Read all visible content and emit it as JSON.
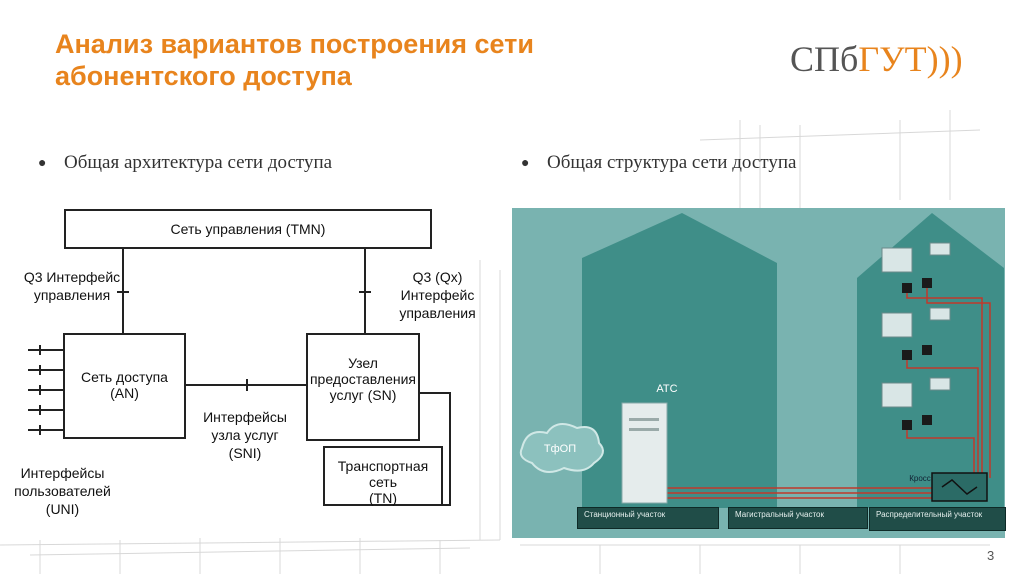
{
  "slide": {
    "title": "Анализ вариантов построения сети абонентского доступа",
    "logo_part1": "СПб",
    "logo_part2": "ГУТ",
    "logo_part3": ")))",
    "page_number": "3"
  },
  "bullets": [
    {
      "text": "Общая архитектура сети доступа"
    },
    {
      "text": "Общая структура сети доступа"
    }
  ],
  "diagram": {
    "tmn": "Сеть управления (TMN)",
    "q3_left_1": "Q3 Интерфейс",
    "q3_left_2": "управления",
    "q3_right_1": "Q3 (Qx) Интерфейс",
    "q3_right_2": "управления",
    "an_1": "Сеть доступа",
    "an_2": "(AN)",
    "sn_1": "Узел",
    "sn_2": "предоставления",
    "sn_3": "услуг (SN)",
    "sni_1": "Интерфейсы",
    "sni_2": "узла услуг",
    "sni_3": "(SNI)",
    "tn_1": "Транспортная сеть",
    "tn_2": "(TN)",
    "uni_1": "Интерфейсы",
    "uni_2": "пользователей",
    "uni_3": "(UNI)"
  },
  "photo": {
    "atc": "АТС",
    "tfop": "ТфОП",
    "kross": "Кросс",
    "segments": [
      {
        "label": "Станционный участок"
      },
      {
        "label": "Магистральный участок"
      },
      {
        "label": "Распределительный участок"
      }
    ]
  },
  "colors": {
    "title": "#e8841d",
    "photo_bg": "#79b3b0",
    "building": "#3f8e88",
    "segment_bg": "#204d48"
  }
}
